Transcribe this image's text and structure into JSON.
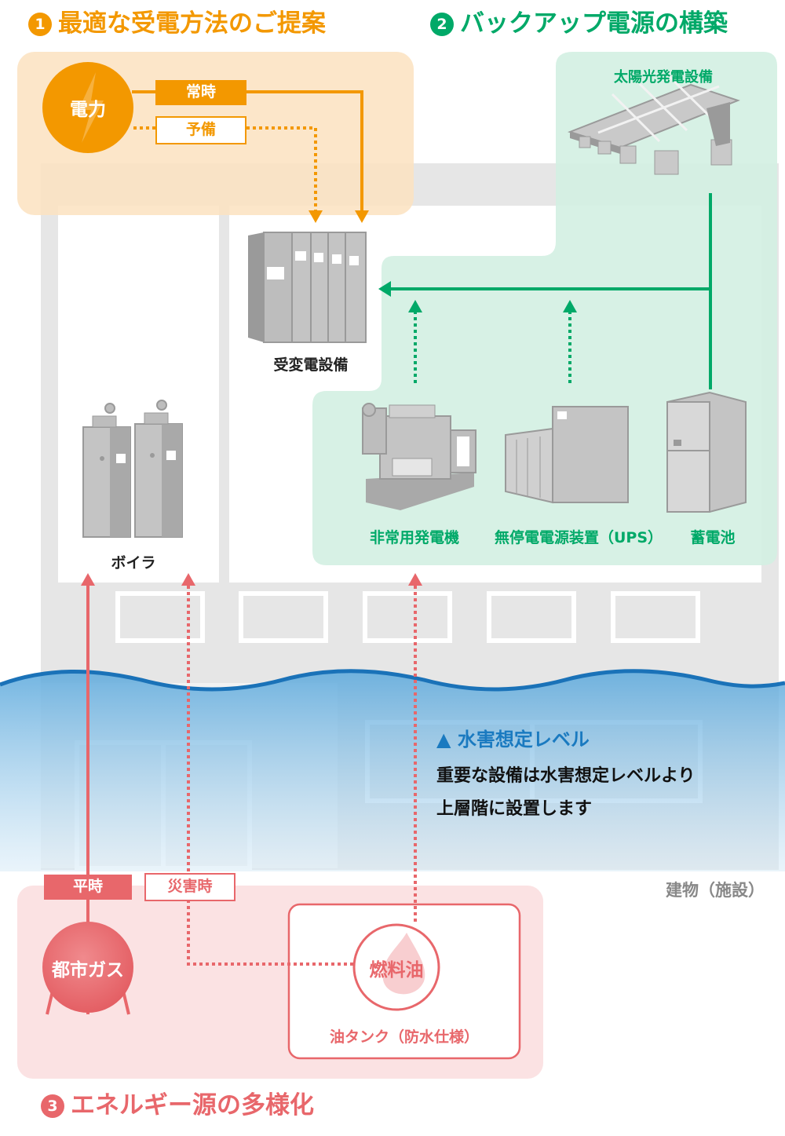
{
  "sections": {
    "s1": {
      "number": "1",
      "title": "最適な受電方法のご提案"
    },
    "s2": {
      "number": "2",
      "title": "バックアップ電源の構築"
    },
    "s3": {
      "number": "3",
      "title": "エネルギー源の多様化"
    }
  },
  "power": {
    "source": "電力",
    "normal": "常時",
    "reserve": "予備"
  },
  "equipment": {
    "substation": "受変電設備",
    "solar": "太陽光発電設備",
    "generator": "非常用発電機",
    "ups": "無停電電源装置（UPS）",
    "battery": "蓄電池",
    "boiler": "ボイラ"
  },
  "flood": {
    "marker": "▲",
    "title": "水害想定レベル",
    "line1": "重要な設備は水害想定レベルより",
    "line2": "上層階に設置します"
  },
  "building_label": "建物（施設）",
  "fuel": {
    "city_gas": "都市ガス",
    "normal": "平時",
    "disaster": "災害時",
    "oil": "燃料油",
    "tank": "油タンク（防水仕様）"
  },
  "colors": {
    "orange": "#f39800",
    "green": "#00a968",
    "red": "#e8676b",
    "blue": "#1a7ac0"
  }
}
